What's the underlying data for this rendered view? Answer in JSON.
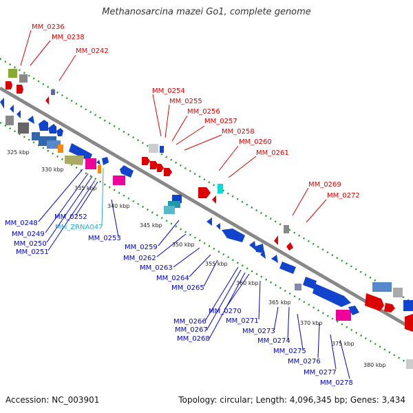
{
  "title": "Methanosarcina mazei Go1, complete genome",
  "footer": {
    "accession_label": "Accession:",
    "accession": "NC_003901",
    "topology_label": "Topology:",
    "topology": "circular",
    "length_label": "Length:",
    "length": "4,096,345 bp",
    "genes_label": "Genes:",
    "genes": "3,434"
  },
  "colors": {
    "forward_label": "#dd0000",
    "reverse_label": "#0000cc",
    "rna_label": "#22aadd",
    "backbone": "#888888",
    "dotted_track": "#229922"
  },
  "scale_labels": [
    "325 kbp",
    "330 kbp",
    "335 kbp",
    "340 kbp",
    "345 kbp",
    "350 kbp",
    "355 kbp",
    "360 kbp",
    "365 kbp",
    "370 kbp",
    "375 kbp",
    "380 kbp"
  ],
  "forward_labels": [
    "MM_0236",
    "MM_0238",
    "MM_0242",
    "MM_0254",
    "MM_0255",
    "MM_0256",
    "MM_0257",
    "MM_0258",
    "MM_0260",
    "MM_0261",
    "MM_0269",
    "MM_0272"
  ],
  "reverse_labels": [
    "MM_0248",
    "MM_0249",
    "MM_0250",
    "MM_0251",
    "MM_0252",
    "MM_ZRNA047",
    "MM_0253",
    "MM_0259",
    "MM_0262",
    "MM_0263",
    "MM_0264",
    "MM_0265",
    "MM_0266",
    "MM_0267",
    "MM_0268",
    "MM_0270",
    "MM_0271",
    "MM_0273",
    "MM_0274",
    "MM_0275",
    "MM_0276",
    "MM_0277",
    "MM_0278"
  ]
}
